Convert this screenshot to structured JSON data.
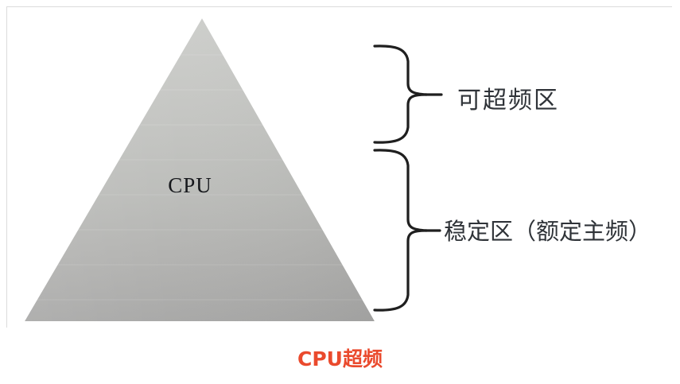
{
  "figure": {
    "pyramid": {
      "label": "CPU",
      "fill_top_color": "#c9cac7",
      "fill_bottom_color": "#a9a9a9"
    },
    "frame": {
      "border_color": "#dcdcdc",
      "background_color": "#ffffff"
    },
    "brace_color": "#1c1c1c",
    "zones": [
      {
        "name": "overclockable-zone",
        "label": "可超频区",
        "brace": "right-curly-brace"
      },
      {
        "name": "stable-zone",
        "label": "稳定区（额定主频）",
        "brace": "right-curly-brace"
      }
    ]
  },
  "caption": {
    "text": "CPU超频",
    "color": "#ea4a2d"
  }
}
